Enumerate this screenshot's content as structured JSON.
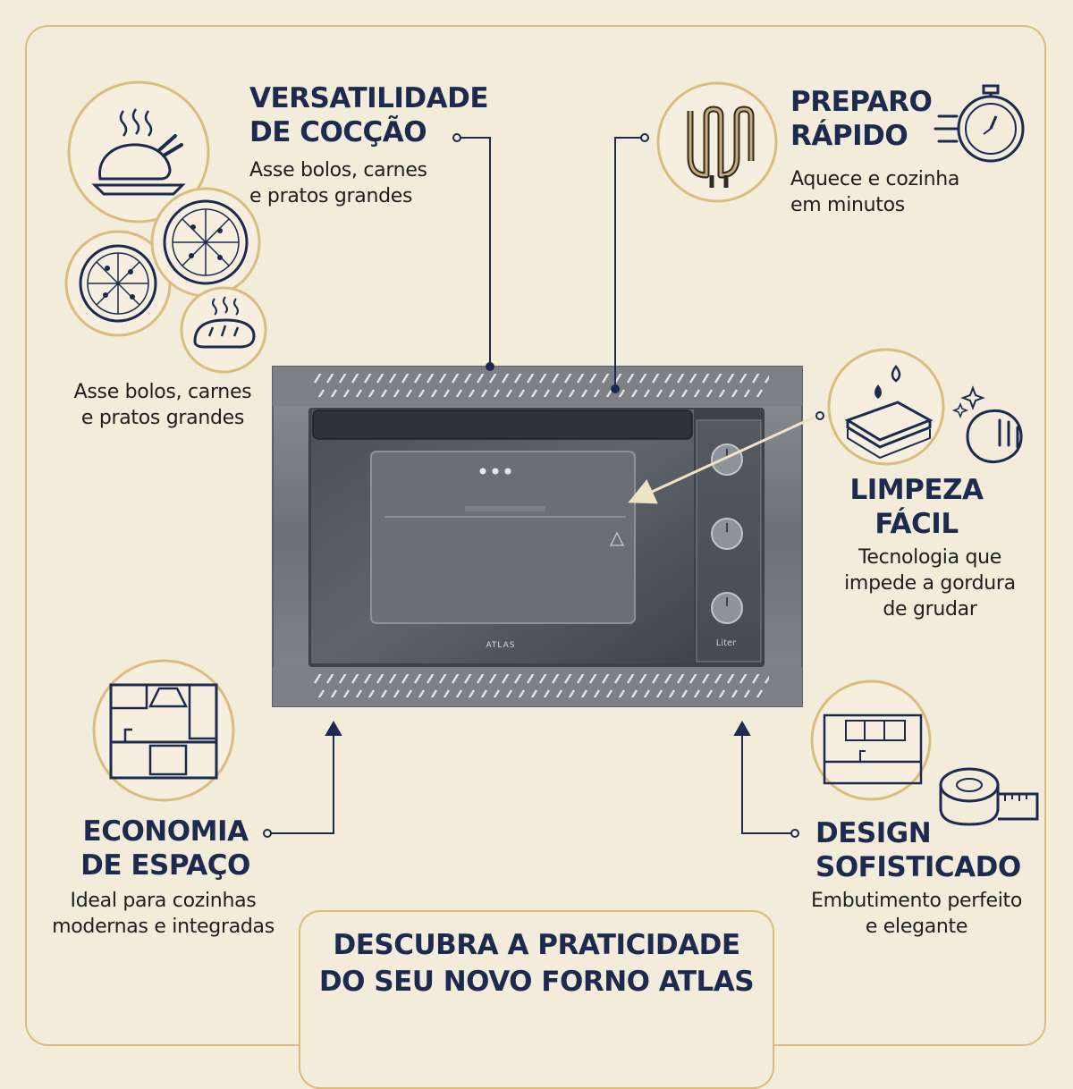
{
  "features": {
    "versatilidade": {
      "title_line1": "VERSATILIDADE",
      "title_line2": "DE COCÇÃO",
      "desc_line1": "Asse bolos, carnes",
      "desc_line2": "e pratos grandes"
    },
    "side_caption": {
      "line1": "Asse bolos, carnes",
      "line2": "e pratos grandes"
    },
    "preparo": {
      "title_line1": "PREPARO",
      "title_line2": "RÁPIDO",
      "desc_line1": "Aquece e cozinha",
      "desc_line2": "em minutos"
    },
    "limpeza": {
      "title_line1": "LIMPEZA",
      "title_line2": "FÁCIL",
      "desc_line1": "Tecnologia que",
      "desc_line2": "impede a gordura",
      "desc_line3": "de grudar"
    },
    "economia": {
      "title_line1": "ECONOMIA",
      "title_line2": "DE ESPAÇO",
      "desc_line1": "Ideal para cozinhas",
      "desc_line2": "modernas e integradas"
    },
    "design": {
      "title_line1": "DESIGN",
      "title_line2": "SOFISTICADO",
      "desc_line1": "Embutimento perfeito",
      "desc_line2": "e elegante"
    }
  },
  "cta": {
    "line1": "DESCUBRA A PRATICIDADE",
    "line2": "DO SEU NOVO FORNO ATLAS"
  },
  "oven": {
    "brand": "ATLAS",
    "panel_mark": "Liter"
  },
  "icons": [
    "roast-chicken-icon",
    "pizza-icon",
    "bread-icon",
    "heating-element-icon",
    "stopwatch-icon",
    "easy-clean-layers-icon",
    "sparkle-hand-icon",
    "kitchen-icon",
    "fitted-kitchen-icon",
    "measuring-tape-icon"
  ],
  "colors": {
    "background": "#f4ecdb",
    "gold": "#d9bd7e",
    "navy": "#1b2a4e",
    "steel": "#6b7077"
  }
}
